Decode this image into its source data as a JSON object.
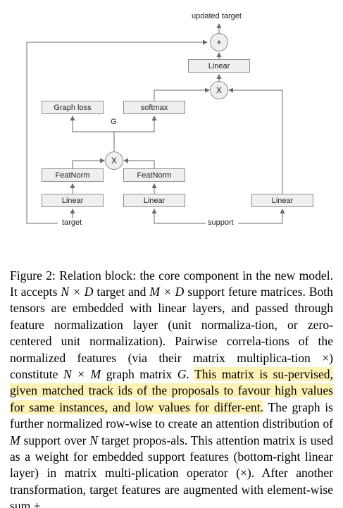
{
  "diagram": {
    "updated_target_label": "updated target",
    "plus_symbol": "+",
    "times_symbol": "X",
    "linear_label": "Linear",
    "softmax_label": "softmax",
    "graph_loss_label": "Graph loss",
    "featnorm_label": "FeatNorm",
    "g_label": "G",
    "target_label": "target",
    "support_label": "support"
  },
  "caption": {
    "fig_label": "Figure 2:",
    "before_math1": "Relation block: the core component in the new model. It accepts",
    "math_n_d": "N × D",
    "between_1": "target and",
    "math_m_d": "M × D",
    "between_2": "support feture matrices. Both tensors are embedded with linear layers, and passed through feature normalization layer (unit normaliza-­tion, or zero-centered unit normalization). Pairwise correla-­tions of the normalized features (via their matrix multiplica-­tion ×) constitute",
    "math_n_m": "N × M",
    "between_3": "graph matrix",
    "math_g": "G.",
    "highlighted": "This matrix is su-­pervised, given matched track ids of the proposals to favour high values for same instances, and low values for differ-­ent.",
    "after_1": "The graph is further normalized row-wise to create an attention distribution of",
    "math_m": "M",
    "after_2": "support over",
    "math_n": "N",
    "after_3": "target propos-­als. This attention matrix is used as a weight for embedded support features (bottom-right linear layer) in matrix multi-­plication operator (×). After another transformation, target features are augmented with element-wise sum +"
  }
}
